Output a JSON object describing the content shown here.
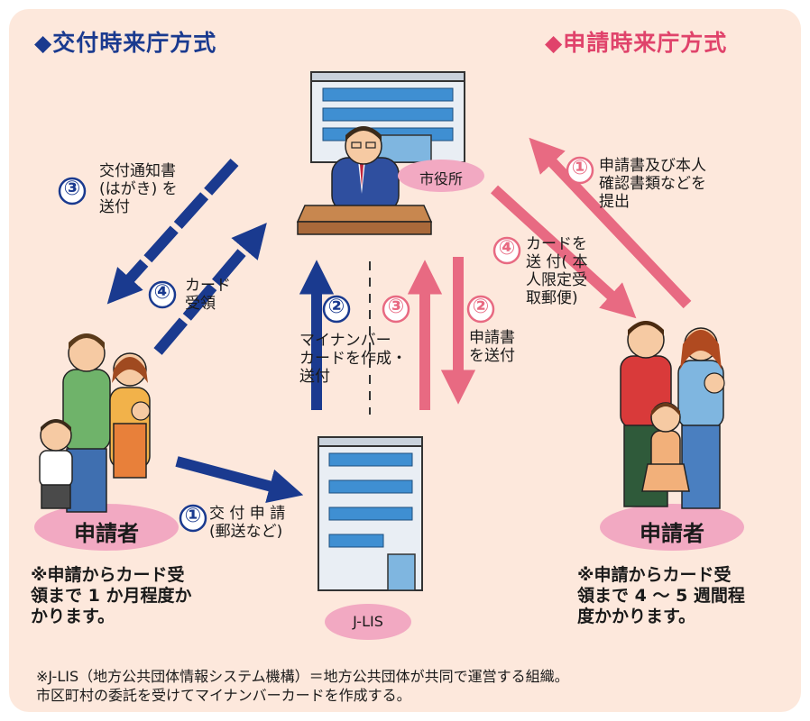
{
  "titles": {
    "left": "◆交付時来庁方式",
    "right": "◆申請時来庁方式"
  },
  "places": {
    "city_hall": "市役所",
    "jlis": "J-LIS"
  },
  "applicant_left": "申請者",
  "applicant_right": "申請者",
  "steps_left": [
    {
      "num": "①",
      "text": "交 付 申 請\n(郵送など)"
    },
    {
      "num": "②",
      "text": "マイナンバー\nカードを作成・\n送付"
    },
    {
      "num": "③",
      "text": "交付通知書\n(はがき) を\n送付"
    },
    {
      "num": "④",
      "text": "カード\n受領"
    }
  ],
  "steps_right": [
    {
      "num": "①",
      "text": "申請書及び本人\n確認書類などを\n提出"
    },
    {
      "num": "②",
      "text": "申請書\nを送付"
    },
    {
      "num": "③",
      "text": ""
    },
    {
      "num": "④",
      "text": "カードを\n送 付( 本\n人限定受\n取郵便)"
    }
  ],
  "notes": {
    "left": "※申請からカード受\n領まで 1 か月程度か\nかります。",
    "right": "※申請からカード受\n領まで 4 〜 5 週間程\n度かかります。"
  },
  "footnote": "※J-LIS（地方公共団体情報システム機構）＝地方公共団体が共同で運営する組織。\n市区町村の委託を受けてマイナンバーカードを作成する。",
  "colors": {
    "blue": "#1a3a8f",
    "pink": "#e86a82",
    "panel": "#fde8dc"
  }
}
